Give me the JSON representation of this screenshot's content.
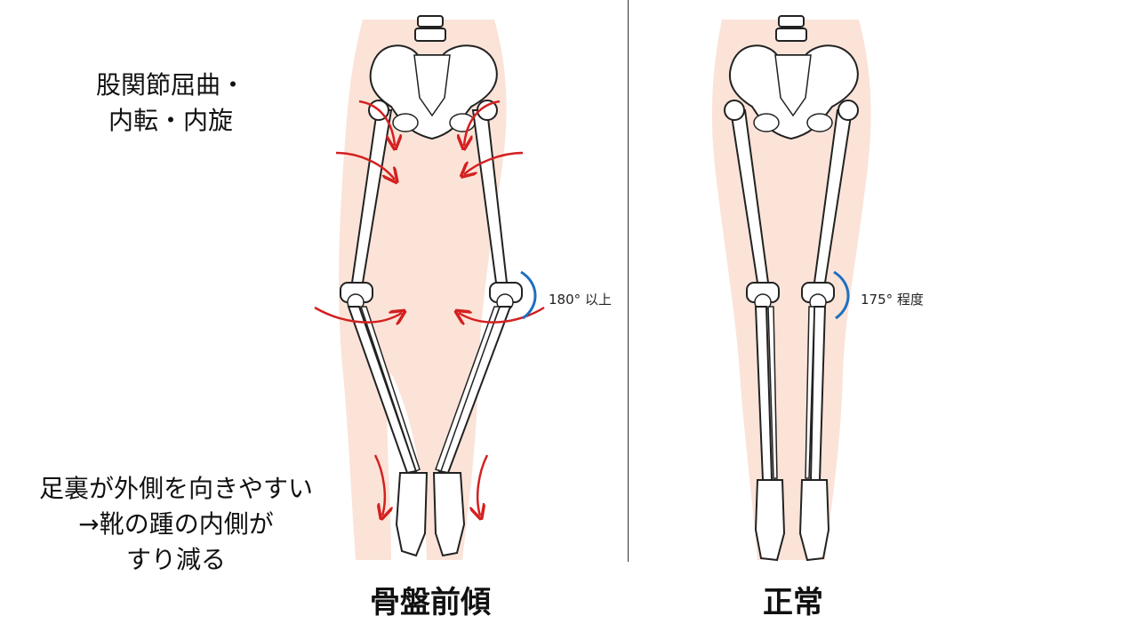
{
  "left_panel": {
    "note_top": [
      "股関節屈曲・",
      "内転・内旋"
    ],
    "note_bottom": [
      "足裏が外側を向きやすい",
      "→靴の踵の内側が",
      "すり減る"
    ],
    "angle_label": "180° 以上",
    "caption": "骨盤前傾"
  },
  "right_panel": {
    "angle_label": "175° 程度",
    "caption": "正常"
  },
  "colors": {
    "arrow": "#d42020",
    "angle_arc": "#1f6fc0",
    "skin": "#fbe3d8",
    "bone_outline": "#222222"
  }
}
